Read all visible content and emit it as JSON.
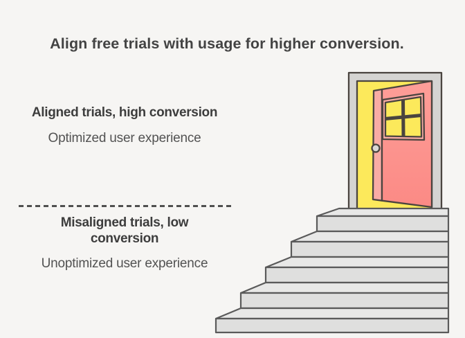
{
  "title": "Align free trials with usage for higher conversion.",
  "sections": {
    "aligned": {
      "heading": "Aligned trials, high conversion",
      "subtext": "Optimized user experience"
    },
    "misaligned": {
      "heading": "Misaligned trials, low conversion",
      "subtext": "Unoptimized user experience"
    }
  },
  "illustration": {
    "name": "open-door-at-top-of-staircase",
    "parts": [
      "door-frame",
      "doorway-opening",
      "open-door-panel",
      "four-pane-window",
      "door-knob",
      "landing",
      "five-steps"
    ]
  },
  "colors": {
    "background": "#f6f5f3",
    "title_text": "#434343",
    "heading_text": "#3d3d3d",
    "body_text": "#525252",
    "divider": "#4f4f4f",
    "outline": "#4a443f",
    "frame": "#d5d4d2",
    "doorway": "#fce95b",
    "door_top": "#fe9e98",
    "door_bottom": "#fb8a85",
    "door_edge": "#f9aca5",
    "knob": "#d9d8d6",
    "step_outline": "#5a5a5a",
    "step_top": "#e8e8e7",
    "step_face": "#dfdfde"
  }
}
